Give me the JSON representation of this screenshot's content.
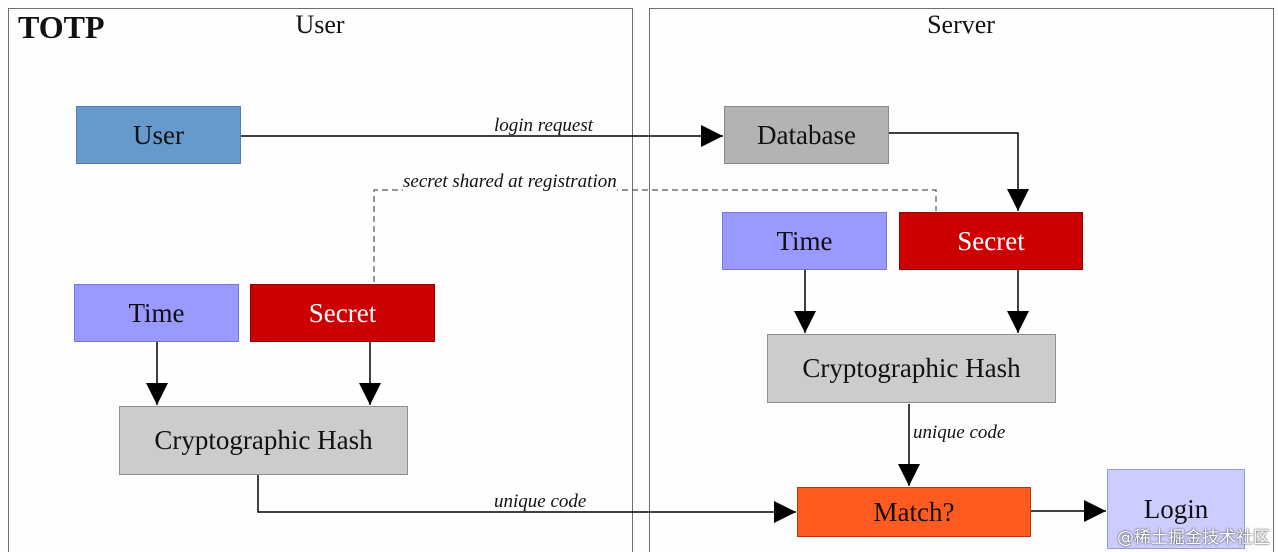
{
  "diagram": {
    "title": "TOTP",
    "panels": {
      "user": "User",
      "server": "Server"
    },
    "nodes": {
      "user": "User",
      "database": "Database",
      "time_user": "Time",
      "secret_user": "Secret",
      "hash_user": "Cryptographic Hash",
      "time_server": "Time",
      "secret_server": "Secret",
      "hash_server": "Cryptographic Hash",
      "match": "Match?",
      "login": "Login"
    },
    "edge_labels": {
      "login_request": "login request",
      "secret_shared": "secret shared at registration",
      "unique_code_server": "unique code",
      "unique_code_user": "unique code"
    },
    "colors": {
      "user": "#6699cc",
      "database": "#b3b3b3",
      "time": "#9999ff",
      "secret": "#cc0000",
      "hash": "#cccccc",
      "match": "#ff5a1f",
      "login": "#ccccff"
    }
  },
  "watermark": "@稀土掘金技术社区"
}
